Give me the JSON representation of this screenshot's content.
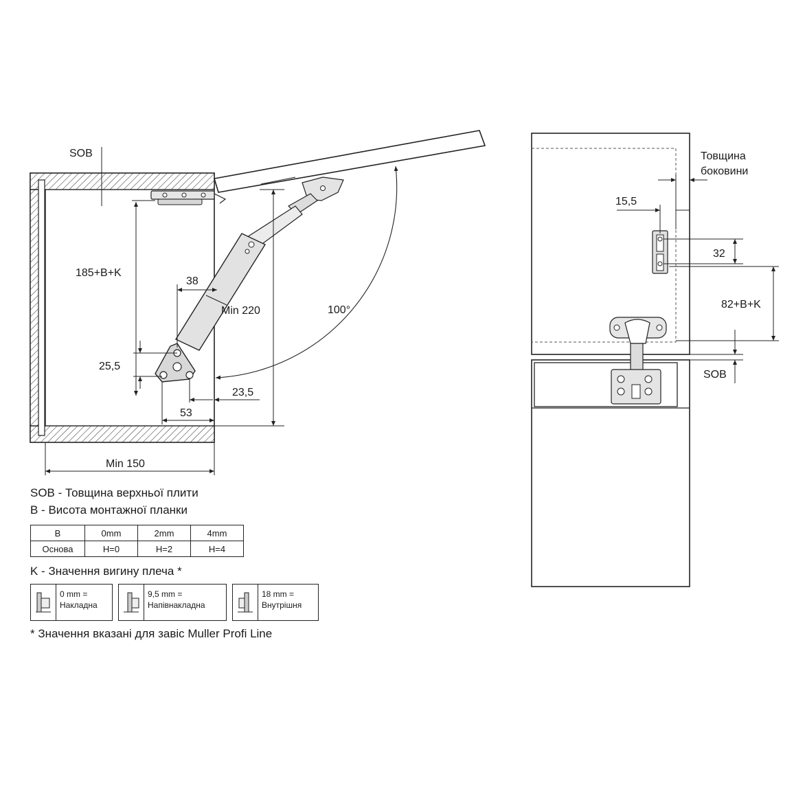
{
  "side_view": {
    "sob_label": "SOB",
    "dim_185": "185+B+K",
    "dim_38": "38",
    "dim_min220": "Min 220",
    "angle_label": "100°",
    "dim_25_5": "25,5",
    "dim_23_5": "23,5",
    "dim_53": "53",
    "dim_min150": "Min 150"
  },
  "front_view": {
    "side_thickness_line1": "Товщина",
    "side_thickness_line2": "боковини",
    "dim_15_5": "15,5",
    "dim_32": "32",
    "dim_82": "82+B+K",
    "sob_label": "SOB"
  },
  "legend": {
    "sob_line": "SOB - Товщина верхньої плити",
    "b_line": "B - Висота монтажної планки",
    "table": {
      "header": [
        "B",
        "0mm",
        "2mm",
        "4mm"
      ],
      "row": [
        "Основа",
        "H=0",
        "H=2",
        "H=4"
      ]
    },
    "k_line": "K - Значення вигину плеча *",
    "hinges": [
      {
        "line1": "0 mm =",
        "line2": "Накладна"
      },
      {
        "line1": "9,5 mm =",
        "line2": "Напівнакладна"
      },
      {
        "line1": "18 mm =",
        "line2": "Внутрішня"
      }
    ],
    "note": "* Значення вказані для завіс Muller Profi Line"
  }
}
